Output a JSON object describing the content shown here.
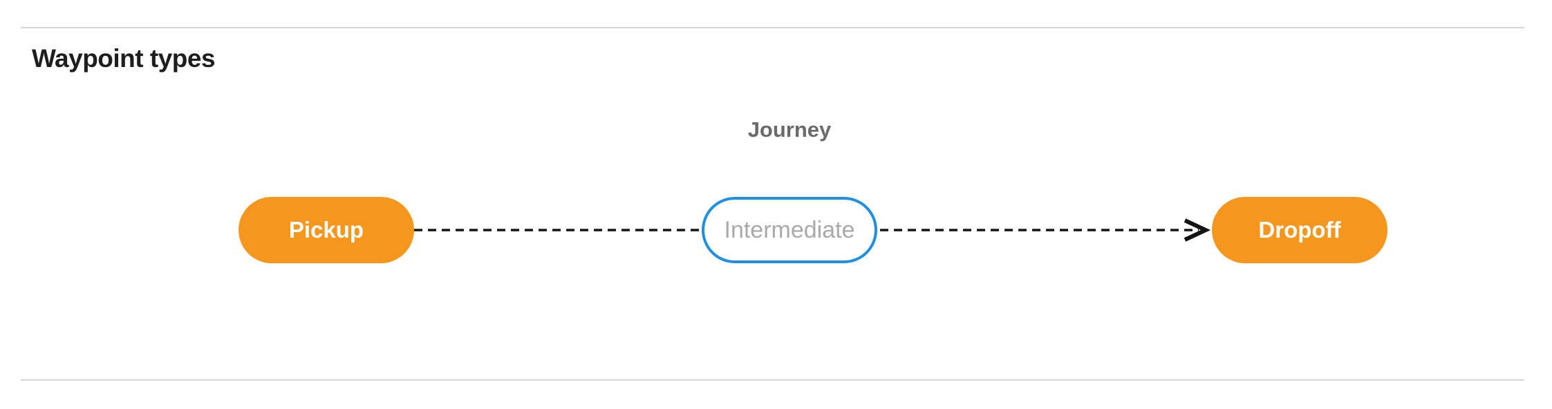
{
  "section": {
    "title": "Waypoint types"
  },
  "diagram": {
    "label": "Journey",
    "nodes": [
      {
        "id": "pickup",
        "label": "Pickup",
        "type": "terminal"
      },
      {
        "id": "intermediate",
        "label": "Intermediate",
        "type": "intermediate"
      },
      {
        "id": "dropoff",
        "label": "Dropoff",
        "type": "terminal"
      }
    ],
    "connectors": [
      {
        "from": "pickup",
        "to": "intermediate",
        "style": "dashed",
        "arrowhead": false
      },
      {
        "from": "intermediate",
        "to": "dropoff",
        "style": "dashed",
        "arrowhead": true
      }
    ]
  },
  "colors": {
    "terminal_fill": "#F5971D",
    "terminal_text": "#FFFFFF",
    "intermediate_border": "#1E8FE3",
    "intermediate_text": "#A9A9A9",
    "connector": "#141414",
    "divider": "#D8D8D8",
    "journey_label": "#6A6A6A",
    "heading": "#1E1E1E"
  }
}
